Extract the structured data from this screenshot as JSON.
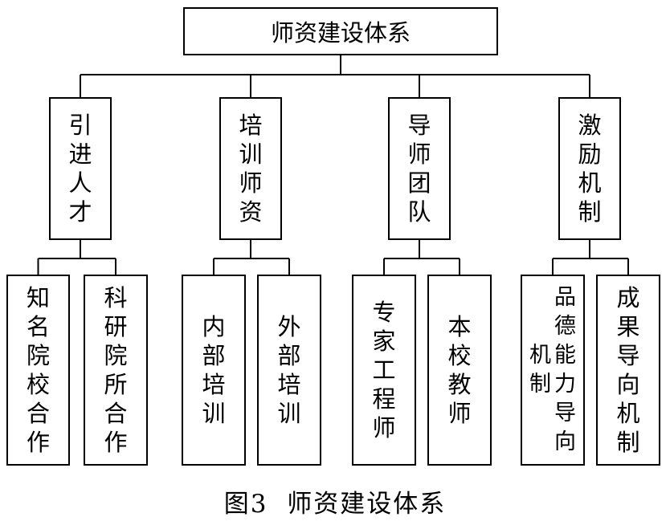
{
  "diagram": {
    "root": "师资建设体系",
    "branches": [
      {
        "label": "引进人才",
        "children": [
          {
            "label": "知名院校合作"
          },
          {
            "label": "科研院所合作"
          }
        ]
      },
      {
        "label": "培训师资",
        "children": [
          {
            "label": "内部培训"
          },
          {
            "label": "外部培训"
          }
        ]
      },
      {
        "label": "导师团队",
        "children": [
          {
            "label": "专家工程师"
          },
          {
            "label": "本校教师"
          }
        ]
      },
      {
        "label": "激励机制",
        "children": [
          {
            "label": "品德能力导向机制",
            "columns": [
              "品德能力导向",
              "机制"
            ]
          },
          {
            "label": "成果导向机制"
          }
        ]
      }
    ]
  },
  "caption": {
    "label": "图3",
    "title": "师资建设体系"
  }
}
